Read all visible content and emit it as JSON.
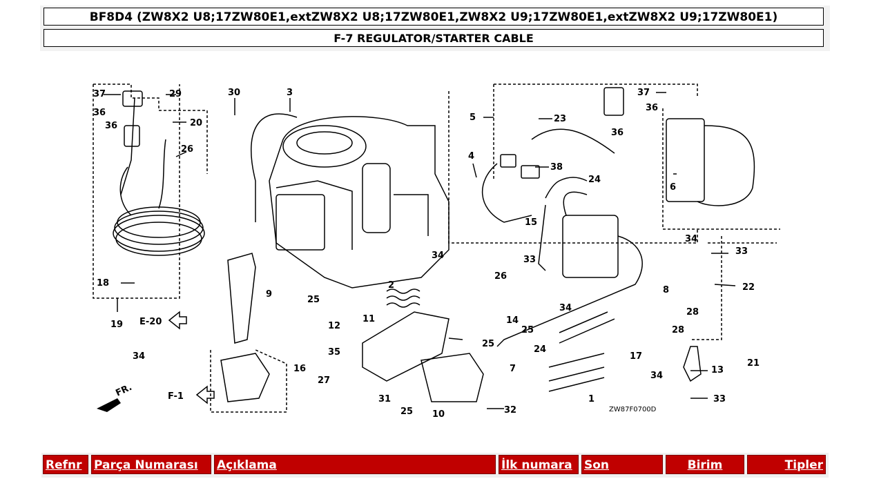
{
  "header": {
    "model_title": "BF8D4 (ZW8X2 U8;17ZW80E1,extZW8X2 U8;17ZW80E1,ZW8X2 U9;17ZW80E1,extZW8X2 U9;17ZW80E1)",
    "section_title": "F-7 REGULATOR/STARTER CABLE"
  },
  "diagram": {
    "code": "ZW87F0700D",
    "callouts": [
      "1",
      "2",
      "3",
      "4",
      "5",
      "6",
      "7",
      "8",
      "9",
      "10",
      "11",
      "12",
      "13",
      "14",
      "15",
      "16",
      "17",
      "18",
      "19",
      "20",
      "21",
      "22",
      "23",
      "24",
      "25",
      "26",
      "27",
      "28",
      "29",
      "30",
      "31",
      "32",
      "33",
      "34",
      "35",
      "36",
      "37",
      "38"
    ],
    "refs": {
      "e20": "E-20",
      "f1": "F-1",
      "fr": "FR."
    }
  },
  "table": {
    "columns": [
      "Refnr",
      "Parça Numarası",
      "Açıklama",
      "İlk numara",
      "Son",
      "Birim",
      "Tipler"
    ]
  },
  "colors": {
    "header_bg": "#c00000",
    "header_text": "#ffffff"
  }
}
